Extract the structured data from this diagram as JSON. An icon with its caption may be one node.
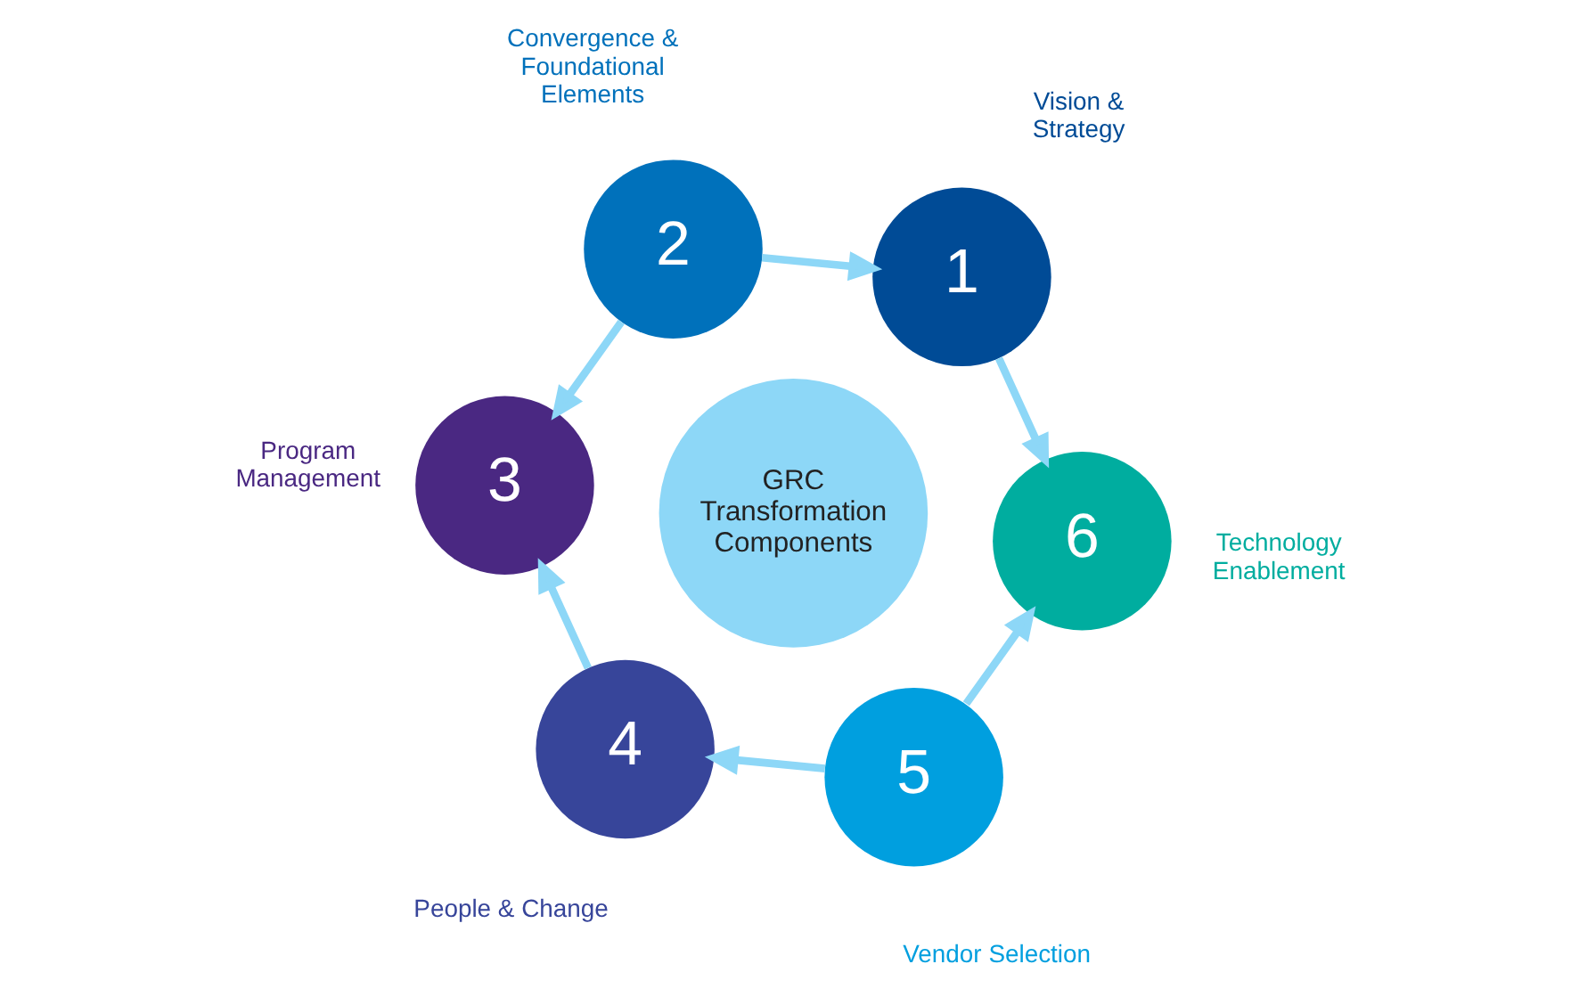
{
  "diagram": {
    "nodes": [
      {
        "text": [
          "GRC Transformation Components"
        ]
      },
      {
        "text": [
          "1"
        ],
        "beside": [
          "Vision & Strategy"
        ]
      },
      {
        "text": [
          "2"
        ],
        "beside": [
          "Convergence & Foundational Elements"
        ]
      },
      {
        "text": [
          "3"
        ],
        "beside": [
          "Program Management"
        ]
      },
      {
        "text": [
          "4"
        ],
        "beside": [
          "People & Change"
        ]
      },
      {
        "text": [
          "5"
        ],
        "beside": [
          "Vendor Selection"
        ]
      },
      {
        "text": [
          "6"
        ],
        "beside": [
          "Technology Enablement"
        ]
      }
    ],
    "edges": [
      {
        "from": 2,
        "to": 1,
        "arrow": "to"
      },
      {
        "from": 2,
        "to": 3,
        "arrow": "to"
      },
      {
        "from": 4,
        "to": 3,
        "arrow": "to"
      },
      {
        "from": 5,
        "to": 4,
        "arrow": "to"
      },
      {
        "from": 5,
        "to": 6,
        "arrow": "to"
      },
      {
        "from": 1,
        "to": 6,
        "arrow": "to"
      }
    ]
  }
}
